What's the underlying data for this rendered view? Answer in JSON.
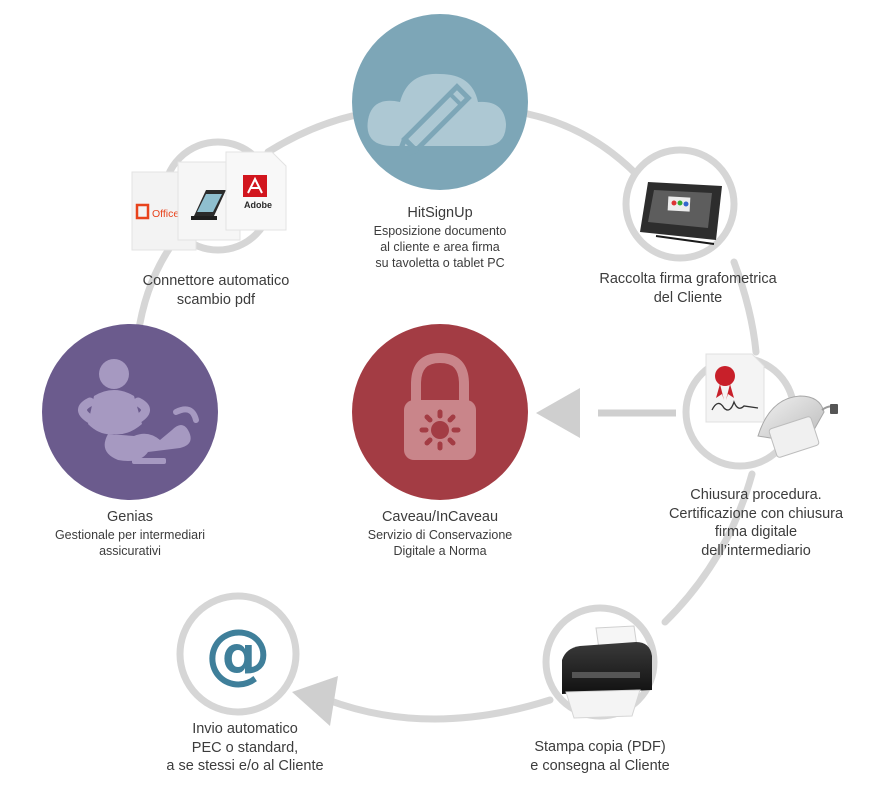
{
  "nodes": {
    "hitsignup": {
      "title": "HitSignUp",
      "lines": [
        "Esposizione  documento",
        "al cliente e area firma",
        "su tavoletta o tablet PC"
      ],
      "icon": "cloud-pencil-icon",
      "color": "#7da6b7"
    },
    "connettore": {
      "lines": [
        "Connettore automatico",
        "scambio pdf"
      ],
      "icons": [
        "office-doc-icon",
        "scanner-doc-icon",
        "adobe-doc-icon"
      ],
      "office_text": "Office",
      "adobe_text": "Adobe"
    },
    "raccolta": {
      "lines": [
        "Raccolta firma grafometrica",
        "del Cliente"
      ],
      "icon": "signature-pad-icon"
    },
    "genias": {
      "title": "Genias",
      "lines": [
        "Gestionale per intermediari",
        "assicurativi"
      ],
      "icon": "genie-lamp-icon",
      "color": "#6b5b8d"
    },
    "caveau": {
      "title": "Caveau/InCaveau",
      "lines": [
        "Servizio di Conservazione",
        "Digitale a Norma"
      ],
      "icon": "padlock-icon",
      "color": "#a33c44"
    },
    "chiusura": {
      "lines": [
        "Chiusura procedura.",
        "Certificazione con chiusura",
        "firma digitale",
        "dell’intermediario"
      ],
      "icons": [
        "sealed-document-icon",
        "smart-card-reader-icon"
      ]
    },
    "invio": {
      "lines": [
        "Invio automatico",
        "PEC o standard,",
        "a se stessi e/o al Cliente"
      ],
      "icon": "at-sign-icon",
      "symbol": "@",
      "color": "#3f7f9a"
    },
    "stampa": {
      "lines": [
        "Stampa copia (PDF)",
        "e consegna al Cliente"
      ],
      "icon": "printer-icon"
    }
  },
  "colors": {
    "ring": "#d6d6d6",
    "arrow": "#cfcfcf",
    "text": "#3c3c3c",
    "adobe_red": "#d2161e",
    "office_red": "#e8431c"
  }
}
